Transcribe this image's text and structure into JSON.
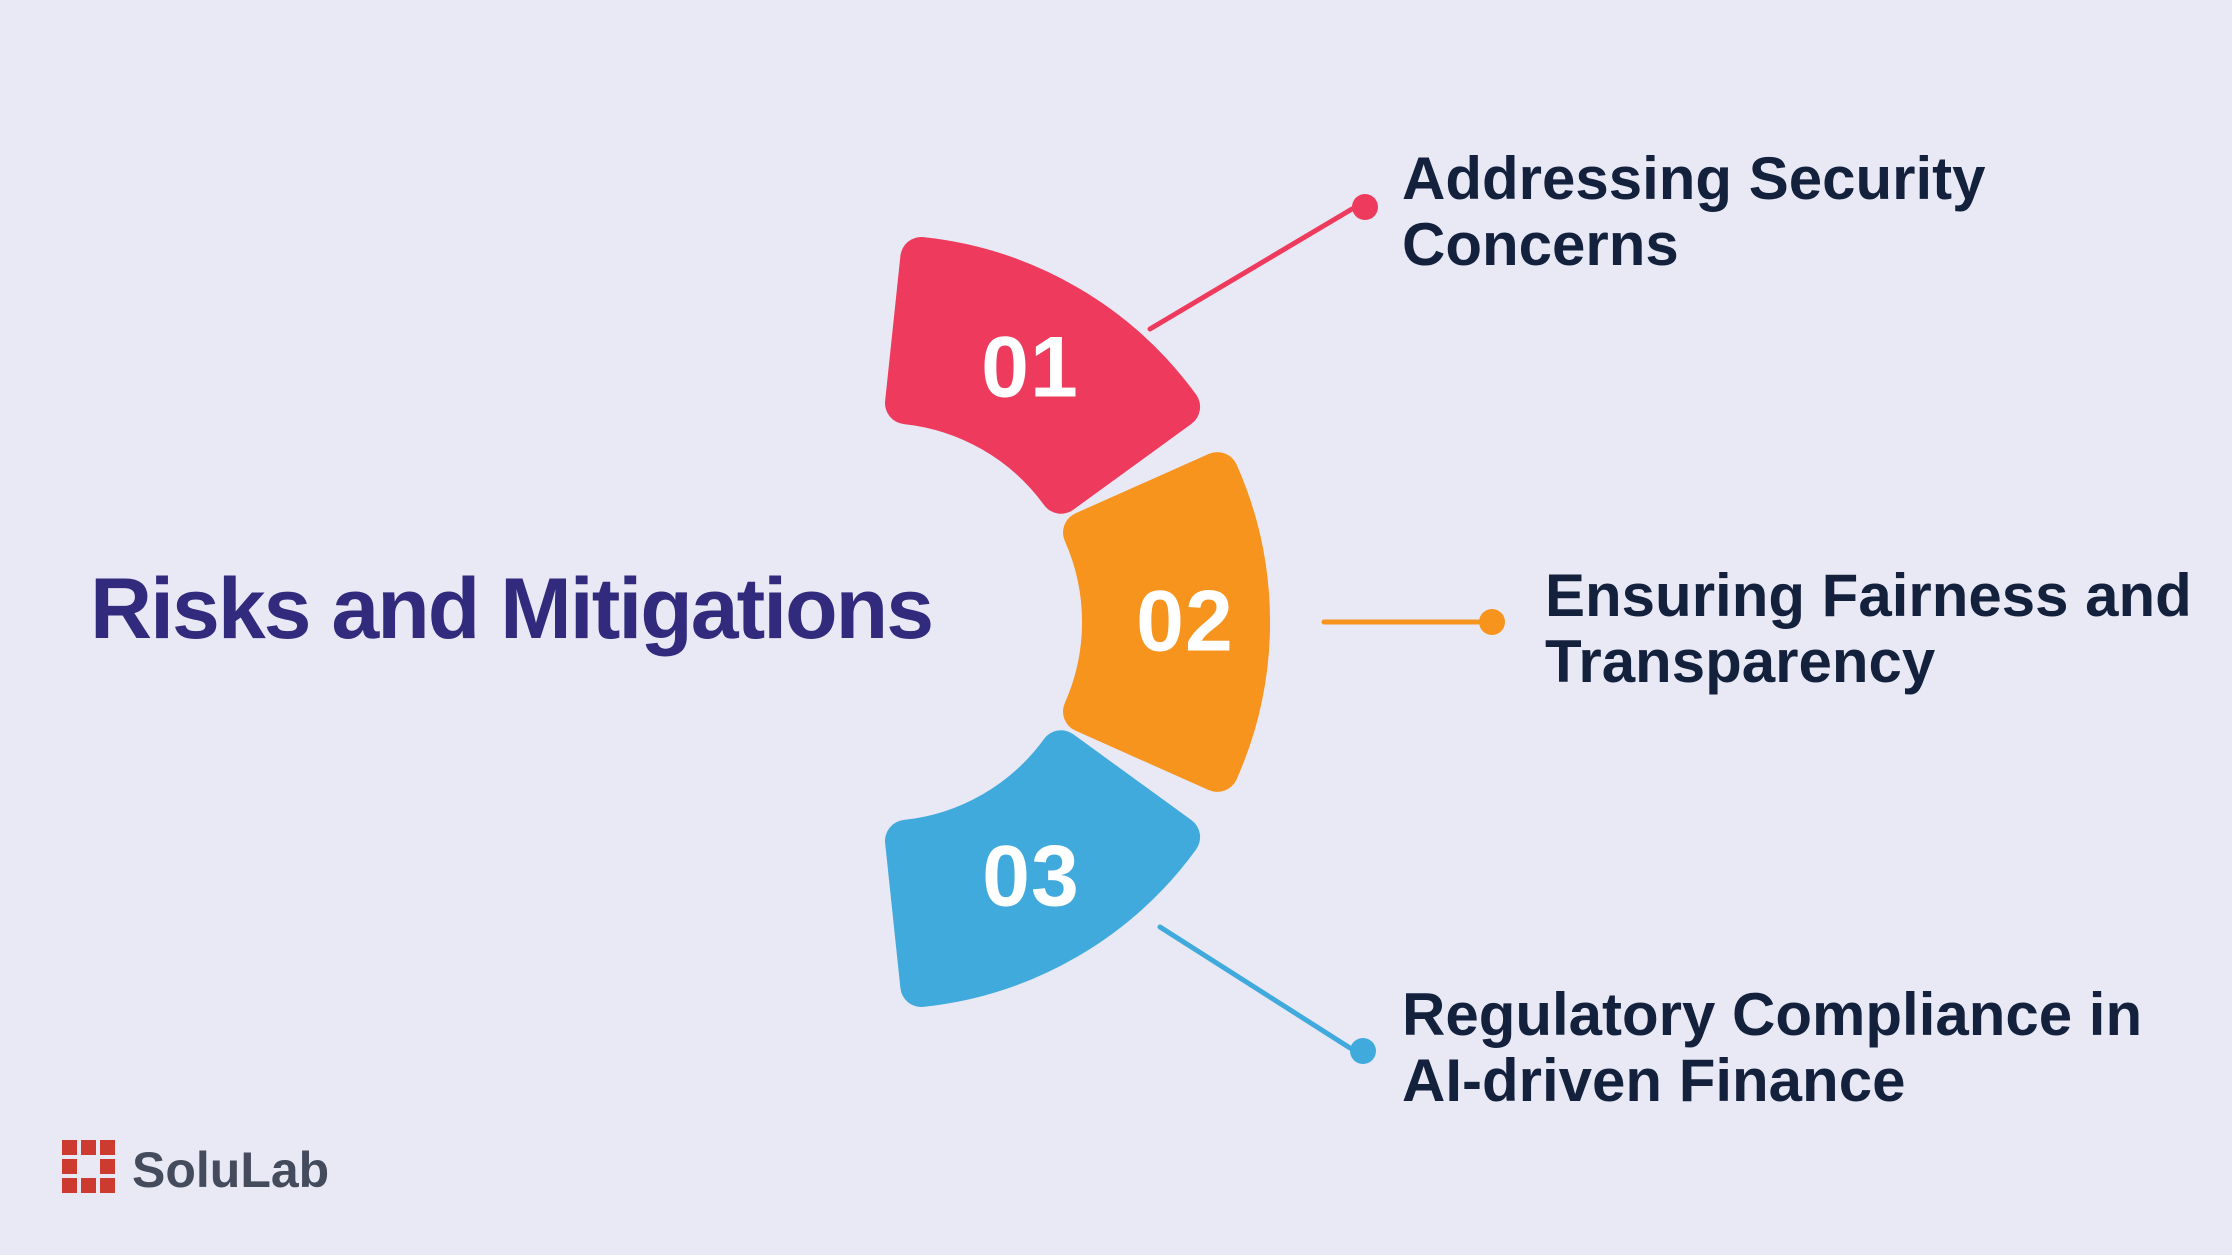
{
  "title": "Risks and Mitigations",
  "colors": {
    "background": "#E9E9F5",
    "title_text": "#312A7D",
    "label_text": "#14213D",
    "segment_red": "#EE3B5D",
    "segment_orange": "#F6941E",
    "segment_blue": "#41AADC",
    "logo_red": "#CC3A30"
  },
  "diagram": {
    "segments": [
      {
        "number": "01",
        "color": "#EE3B5D",
        "label_lines": [
          "Addressing Security",
          "Concerns"
        ]
      },
      {
        "number": "02",
        "color": "#F6941E",
        "label_lines": [
          "Ensuring Fairness and",
          "Transparency"
        ]
      },
      {
        "number": "03",
        "color": "#41AADC",
        "label_lines": [
          "Regulatory Compliance in",
          "AI-driven Finance"
        ]
      }
    ]
  },
  "footer": {
    "brand": "SoluLab",
    "logo_icon": "solulab-blocks-icon"
  }
}
